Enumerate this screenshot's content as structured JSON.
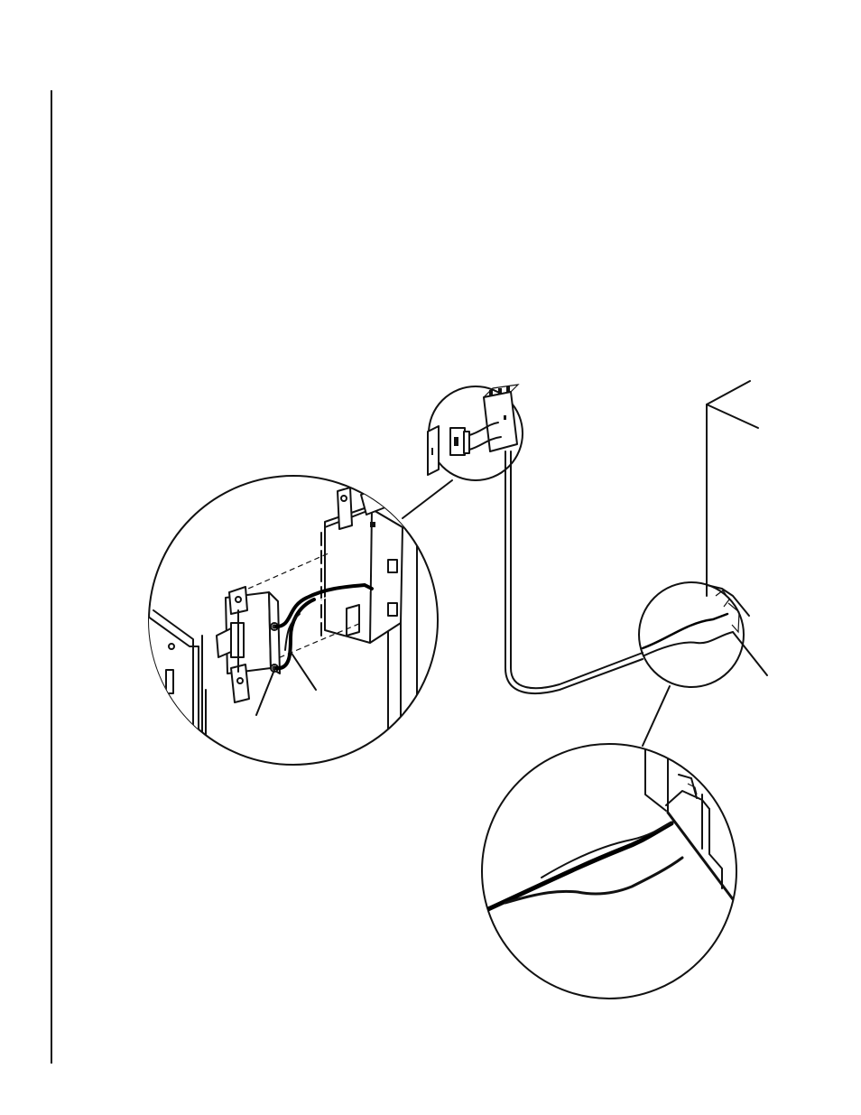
{
  "page": {
    "background": "#ffffff",
    "line_color": "#111111"
  },
  "diagram": {
    "detail_views": [
      "switch-box-detail",
      "corner-cable-detail",
      "small-switch-inset"
    ],
    "components": [
      "wall-plate",
      "toggle-switch",
      "electrical-box",
      "cable",
      "appliance-cabinet"
    ]
  }
}
